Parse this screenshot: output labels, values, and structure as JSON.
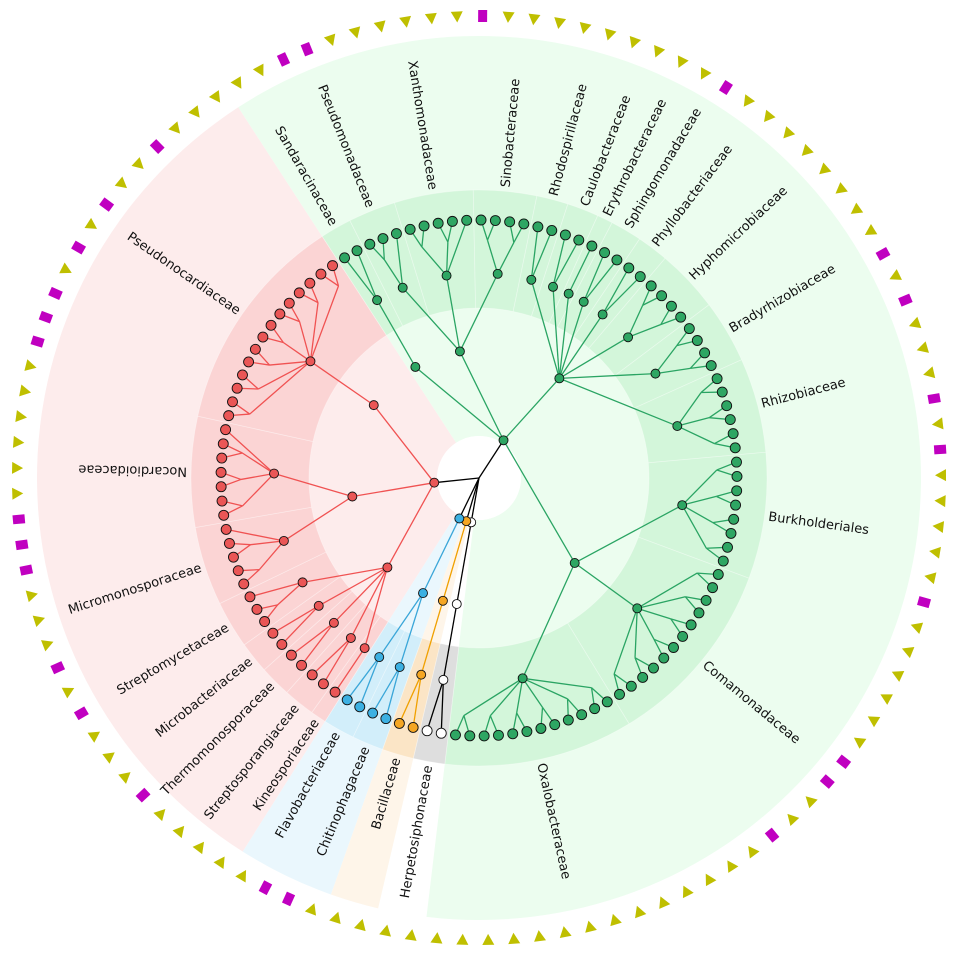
{
  "root_edge_color": "#000000",
  "marker_colors": {
    "triangle": "#bfbf00",
    "square": "#c000c0"
  },
  "clades": [
    {
      "edge_color": "#2aa463",
      "node_fill": "#2ea663",
      "shade": "#ecfdef",
      "band": "#d3f6da",
      "groups": [
        [
          {
            "label": "Sandaracinaceae",
            "leaves": 2,
            "markers": "tt"
          }
        ],
        [
          {
            "label": "Pseudomonadaceae",
            "leaves": 3,
            "markers": "sst"
          },
          {
            "label": "Xanthomonadaceae",
            "leaves": 5,
            "markers": "ttttt"
          },
          {
            "label": "Sinobacteraceae",
            "leaves": 4,
            "markers": "sttt"
          }
        ],
        [
          {
            "label": "Rhodospirillaceae",
            "leaves": 2,
            "markers": "tt"
          },
          {
            "label": "Caulobacteraceae",
            "leaves": 2,
            "markers": "tt"
          },
          {
            "label": "Erythrobacteraceae",
            "leaves": 1,
            "markers": "t"
          },
          {
            "label": "Sphingomonadaceae",
            "leaves": 2,
            "markers": "ts"
          },
          {
            "label": "Phyllobacteriaceae",
            "leaves": 2,
            "markers": "tt"
          },
          {
            "label": "Hyphomicrobiaceae",
            "leaves": 4,
            "markers": "tttt"
          },
          {
            "label": "Bradyrhizobiaceae",
            "leaves": 4,
            "markers": "ttst"
          },
          {
            "label": "Rhizobiaceae",
            "leaves": 6,
            "markers": "stttst"
          }
        ],
        [
          {
            "label": "Burkholderiales",
            "leaves": 8,
            "markers": "stttttst"
          },
          {
            "label": "Comamonadaceae",
            "leaves": 12,
            "markers": "tttttssttstt"
          },
          {
            "label": "Oxalobacteraceae",
            "leaves": 12,
            "markers": "tttttttttttt"
          }
        ]
      ]
    },
    {
      "edge_color": "#000000",
      "node_fill": "#ffffff",
      "shade": null,
      "band": "#dedede",
      "groups": [
        [
          {
            "label": "Herpetosiphonaceae",
            "leaves": 2,
            "markers": "tt"
          }
        ]
      ]
    },
    {
      "edge_color": "#f0a000",
      "node_fill": "#f5a623",
      "shade": "#fef5e9",
      "band": "#fbe5c6",
      "groups": [
        [
          {
            "label": "Bacillaceae",
            "leaves": 2,
            "markers": "tt"
          }
        ]
      ]
    },
    {
      "edge_color": "#3aa6d8",
      "node_fill": "#3cb0e2",
      "shade": "#eaf7fd",
      "band": "#d2eefa",
      "groups": [
        [
          {
            "label": "Chitinophagaceae",
            "leaves": 2,
            "markers": "ts"
          },
          {
            "label": "Flavobacteriaceae",
            "leaves": 2,
            "markers": "st"
          }
        ]
      ]
    },
    {
      "edge_color": "#f05252",
      "node_fill": "#ea5656",
      "shade": "#fdecec",
      "band": "#fbd4d4",
      "groups": [
        [
          {
            "label": "Kineosporiaceae",
            "leaves": 1,
            "markers": "t"
          },
          {
            "label": "Streptosporangiaceae",
            "leaves": 2,
            "markers": "tt"
          },
          {
            "label": "Thermomonosporaceae",
            "leaves": 2,
            "markers": "ts"
          },
          {
            "label": "Microbacteriaceae",
            "leaves": 2,
            "markers": "tt"
          },
          {
            "label": "Streptomycetaceae",
            "leaves": 3,
            "markers": "tst"
          }
        ],
        [
          {
            "label": "Micromonosporaceae",
            "leaves": 5,
            "markers": "sttts"
          },
          {
            "label": "Nocardioidaceae",
            "leaves": 7,
            "markers": "ssttttt"
          }
        ],
        [
          {
            "label": "Pseudonocardiaceae",
            "leaves": 14,
            "markers": "tssstststtsttt"
          }
        ]
      ]
    }
  ]
}
